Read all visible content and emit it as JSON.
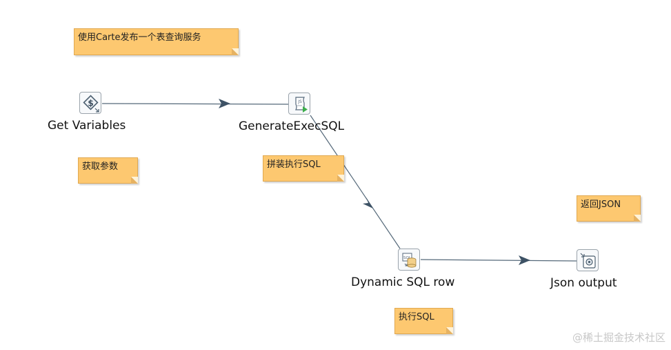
{
  "notes": {
    "title": "使用Carte发布一个表查询服务",
    "get_params": "获取参数",
    "assemble_sql": "拼装执行SQL",
    "return_json": "返回JSON",
    "exec_sql": "执行SQL"
  },
  "steps": {
    "get_variables": {
      "label": "Get Variables",
      "icon": "dollar-diamond-icon"
    },
    "generate_exec_sql": {
      "label": "GenerateExecSQL",
      "icon": "javascript-script-icon"
    },
    "dynamic_sql_row": {
      "label": "Dynamic SQL row",
      "icon": "sql-database-icon"
    },
    "json_output": {
      "label": "Json output",
      "icon": "json-output-icon"
    }
  },
  "hops": [
    {
      "from": "Get Variables",
      "to": "GenerateExecSQL"
    },
    {
      "from": "GenerateExecSQL",
      "to": "Dynamic SQL row"
    },
    {
      "from": "Dynamic SQL row",
      "to": "Json output"
    }
  ],
  "watermark": "@稀土掘金技术社区",
  "colors": {
    "note_fill": "#fdc870",
    "hop_line": "#546879",
    "arrow": "#3d5265"
  }
}
